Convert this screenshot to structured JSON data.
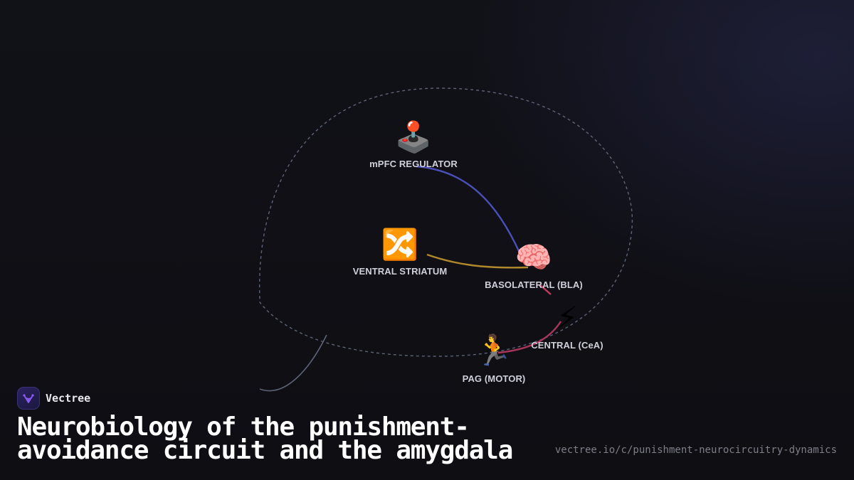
{
  "brand": {
    "name": "Vectree",
    "logo_icon": "vectree-tree-icon",
    "accent": "#8b5cf6"
  },
  "title": "Neurobiology of the punishment-avoidance circuit and the amygdala",
  "url": "vectree.io/c/punishment-neurocircuitry-dynamics",
  "diagram": {
    "nodes": [
      {
        "id": "mpfc",
        "label": "mPFC REGULATOR",
        "icon": "🕹️",
        "icon_name": "joystick-icon"
      },
      {
        "id": "striatum",
        "label": "VENTRAL STRIATUM",
        "icon": "🔀",
        "icon_name": "shuffle-icon"
      },
      {
        "id": "bla",
        "label": "BASOLATERAL (BLA)",
        "icon": "🧠",
        "icon_name": "brain-icon"
      },
      {
        "id": "cea",
        "label": "CENTRAL (CeA)",
        "icon": "⚡",
        "icon_name": "lightning-icon"
      },
      {
        "id": "pag",
        "label": "PAG (MOTOR)",
        "icon": "🏃",
        "icon_name": "running-person-icon"
      }
    ],
    "edges": [
      {
        "from": "mpfc",
        "to": "bla",
        "color": "#4b4fb8"
      },
      {
        "from": "striatum",
        "to": "bla",
        "color": "#b0892a"
      },
      {
        "from": "bla",
        "to": "cea",
        "color": "#c23a5a"
      },
      {
        "from": "cea",
        "to": "pag",
        "color": "#a8355a"
      }
    ],
    "colors": {
      "outline": "#5d6478",
      "stem": "#5d6478"
    }
  }
}
